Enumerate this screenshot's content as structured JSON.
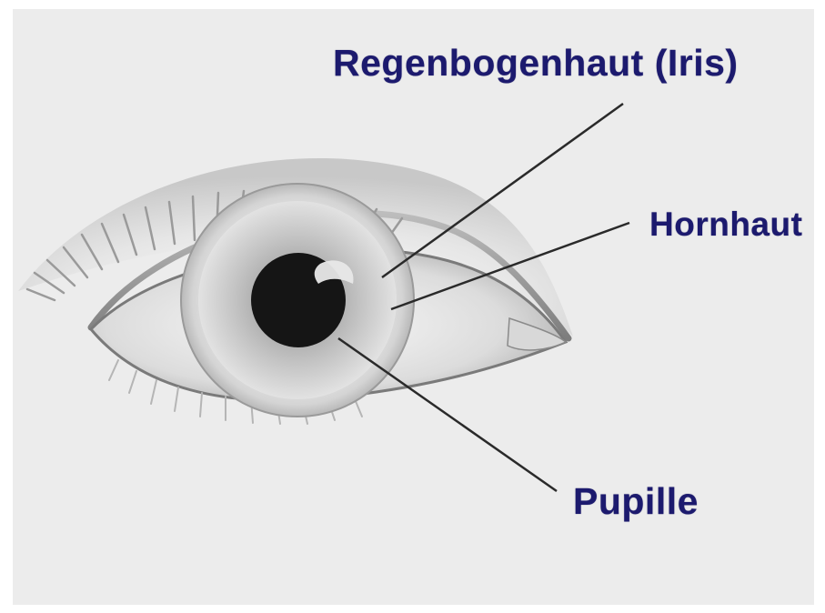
{
  "labels": {
    "iris": "Regenbogenhaut (Iris)",
    "cornea": "Hornhaut",
    "pupil": "Pupille"
  },
  "colors": {
    "background": "#ececec",
    "label_text": "#1c1a6e",
    "leader_line": "#2a2a2a",
    "pupil": "#151515"
  }
}
